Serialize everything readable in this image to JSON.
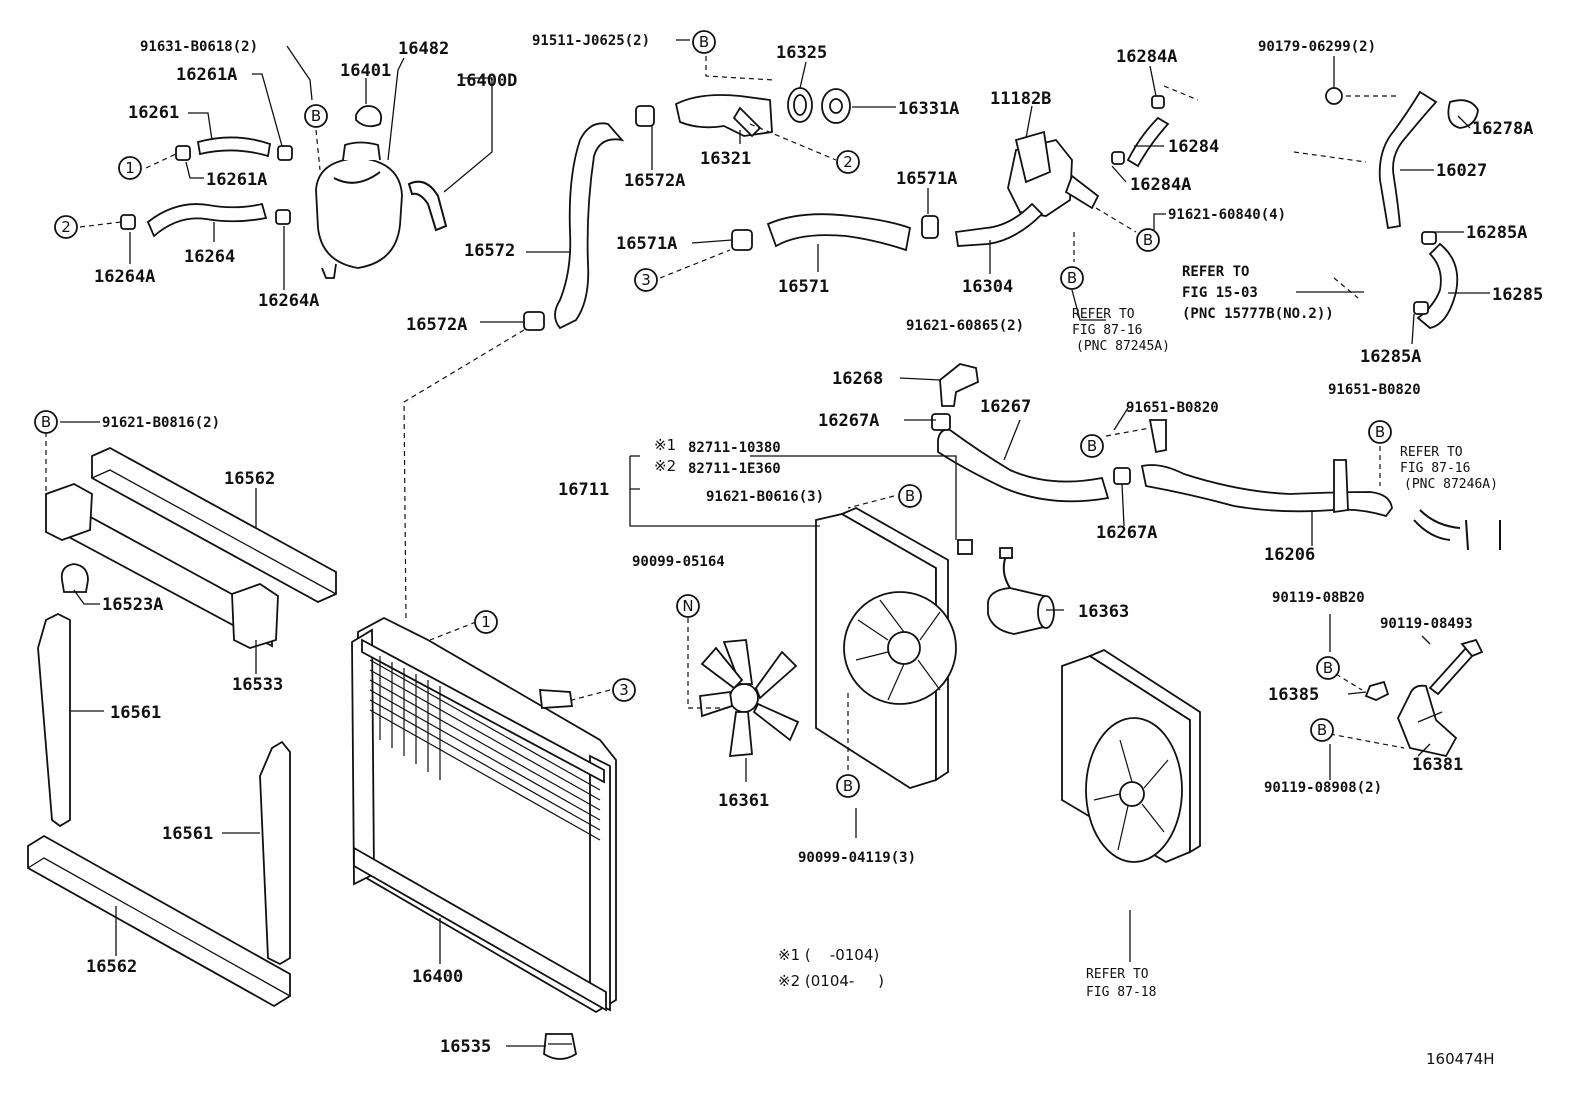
{
  "diagram_id": "160474H",
  "labels": {
    "p91631": "91631-B0618(2)",
    "p16482": "16482",
    "p16401": "16401",
    "p16400D": "16400D",
    "p16261A_top": "16261A",
    "p16261": "16261",
    "p16261A_bot": "16261A",
    "p16264": "16264",
    "p16264A_l": "16264A",
    "p16264A_r": "16264A",
    "p91511": "91511-J0625(2)",
    "p16325": "16325",
    "p16331A": "16331A",
    "p16321": "16321",
    "p16572A_top": "16572A",
    "p16572": "16572",
    "p16572A_bot": "16572A",
    "p16571A_top": "16571A",
    "p16571A_l": "16571A",
    "p16571": "16571",
    "p16304": "16304",
    "p11182B": "11182B",
    "p16284A_top": "16284A",
    "p16284": "16284",
    "p16284A_bot": "16284A",
    "p91621_60840": "91621-60840(4)",
    "p91621_60865": "91621-60865(2)",
    "p90179": "90179-06299(2)",
    "p16278A": "16278A",
    "p16027": "16027",
    "p16285A_top": "16285A",
    "p16285": "16285",
    "p16285A_bot": "16285A",
    "p91621_B0816": "91621-B0816(2)",
    "p16562_top": "16562",
    "p16523A": "16523A",
    "p16533": "16533",
    "p16561_l": "16561",
    "p16561_r": "16561",
    "p16562_bot": "16562",
    "p16400": "16400",
    "p16535": "16535",
    "p16711": "16711",
    "p82711_10380": "82711-10380",
    "p82711_1E360": "82711-1E360",
    "p91621_B0616": "91621-B0616(3)",
    "p90099_05164": "90099-05164",
    "p16361": "16361",
    "p90099_04119": "90099-04119(3)",
    "p16268": "16268",
    "p16267A_top": "16267A",
    "p16267": "16267",
    "p16267A_bot": "16267A",
    "p91651_B0820_a": "91651-B0820",
    "p91651_B0820_b": "91651-B0820",
    "p16206": "16206",
    "p16363": "16363",
    "p90119_08B20": "90119-08B20",
    "p90119_08493": "90119-08493",
    "p16385": "16385",
    "p16381": "16381",
    "p90119_08908": "90119-08908(2)"
  },
  "refer_notes": {
    "ref_15_03": [
      "REFER TO",
      "FIG 15-03",
      "(PNC 15777B(NO.2))"
    ],
    "ref_87_16a": [
      "REFER TO",
      "FIG 87-16",
      "(PNC 87245A)"
    ],
    "ref_87_16b": [
      "REFER TO",
      "FIG 87-16",
      "(PNC 87246A)"
    ],
    "ref_87_18": [
      "REFER TO",
      "FIG 87-18"
    ]
  },
  "callouts": {
    "one": "1",
    "two": "2",
    "three": "3",
    "bolt": "B",
    "nut": "N"
  },
  "notes": {
    "mark1": "※1",
    "mark2": "※2",
    "note1": "※1 (    -0104)",
    "note2": "※2 (0104-     )"
  }
}
